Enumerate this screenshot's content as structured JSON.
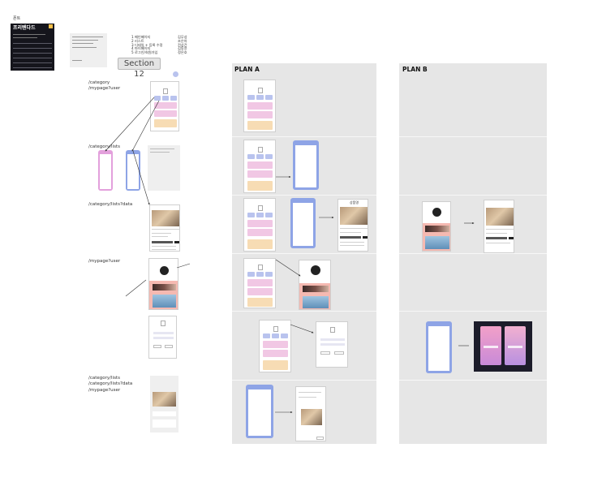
{
  "doc_label": "폰트",
  "font_card": {
    "title": "프리텐다드",
    "rows": [
      "",
      "",
      "",
      "",
      "",
      ""
    ]
  },
  "section": {
    "title": "Section 12",
    "menu": [
      "1 메인페이지",
      "2 리스트",
      "3 디테일 + 등록 수정",
      "4 마이페이지",
      "5 로그인/회원가입"
    ],
    "members": [
      "김무성",
      "조은아",
      "전상건",
      "김동윤",
      "정은호"
    ]
  },
  "routes": {
    "r1": "/category\n/mypage?user",
    "r2": "/category/lists",
    "r3": "/category/lists?data",
    "r4": "/mypage?user",
    "r5": "/category/lists\n/category/lists?data\n/mypage?user"
  },
  "plans": {
    "a": "PLAN A",
    "b": "PLAN B"
  },
  "detail_title": "상품명",
  "colors": {
    "pink": "#f1c7e4",
    "blue": "#b9c3ee",
    "peach": "#f7dcb4",
    "salmon": "#f5b9b1",
    "panel": "#e6e6e6"
  }
}
